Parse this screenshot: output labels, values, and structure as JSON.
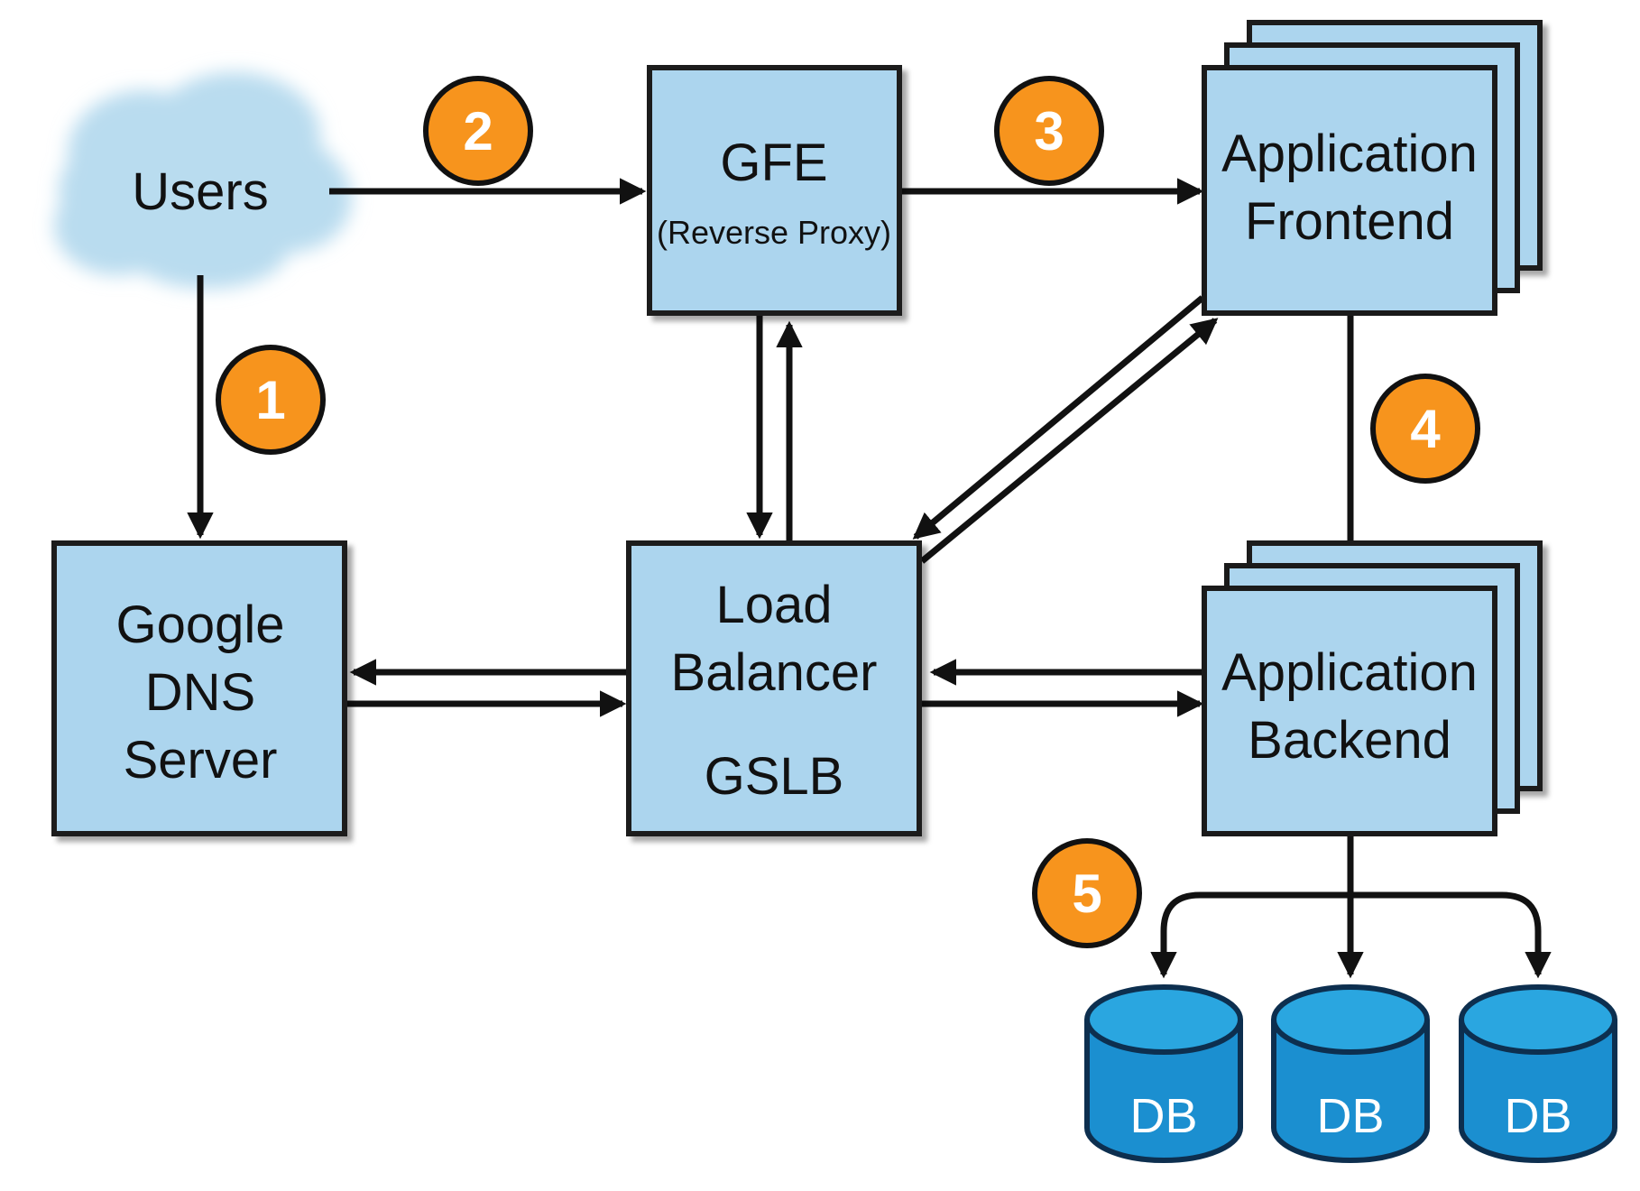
{
  "diagram": {
    "nodes": {
      "users": {
        "label": "Users"
      },
      "gfe": {
        "title": "GFE",
        "subtitle": "(Reverse Proxy)"
      },
      "app_frontend": {
        "line1": "Application",
        "line2": "Frontend"
      },
      "dns": {
        "line1": "Google",
        "line2": "DNS",
        "line3": "Server"
      },
      "load_balancer": {
        "line1": "Load",
        "line2": "Balancer",
        "line3": "GSLB"
      },
      "app_backend": {
        "line1": "Application",
        "line2": "Backend"
      },
      "dbs": [
        {
          "label": "DB"
        },
        {
          "label": "DB"
        },
        {
          "label": "DB"
        }
      ]
    },
    "steps": [
      "1",
      "2",
      "3",
      "4",
      "5"
    ],
    "colors": {
      "box_fill": "#acd5ee",
      "box_stroke": "#1a1a1a",
      "badge_fill": "#f7941d",
      "db_fill": "#1b8fd0",
      "db_top": "#2aa6e0",
      "db_stroke": "#0d2f4f",
      "cloud": "#b9dcef"
    }
  }
}
